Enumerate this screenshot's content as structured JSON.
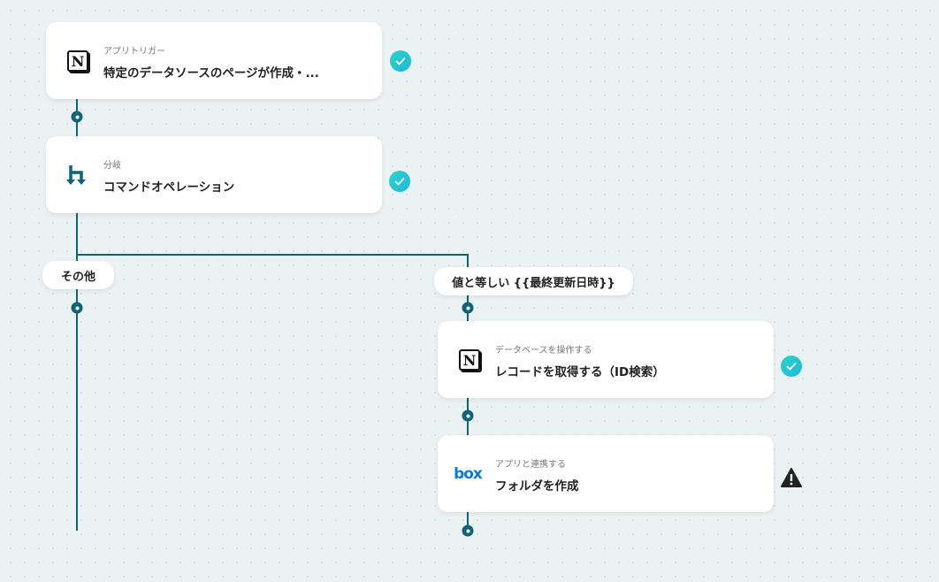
{
  "steps": [
    {
      "subtitle": "アプリトリガー",
      "title": "特定のデータソースのページが作成・...",
      "icon": "notion-icon",
      "status": "success"
    },
    {
      "subtitle": "分岐",
      "title": "コマンドオペレーション",
      "icon": "branch-icon",
      "status": "success"
    },
    {
      "subtitle": "データベースを操作する",
      "title": "レコードを取得する（ID検索）",
      "icon": "notion-icon",
      "status": "success"
    },
    {
      "subtitle": "アプリと連携する",
      "title": "フォルダを作成",
      "icon": "box-icon",
      "status": "warning"
    }
  ],
  "branches": {
    "other": "その他",
    "condition": "値と等しい {{最終更新日時}}"
  },
  "icons": {
    "notion_letter": "N",
    "box_logo": "box"
  },
  "colors": {
    "line": "#0f6278",
    "success": "#22c4d4",
    "warning": "#222222",
    "box": "#0a7ad4"
  }
}
